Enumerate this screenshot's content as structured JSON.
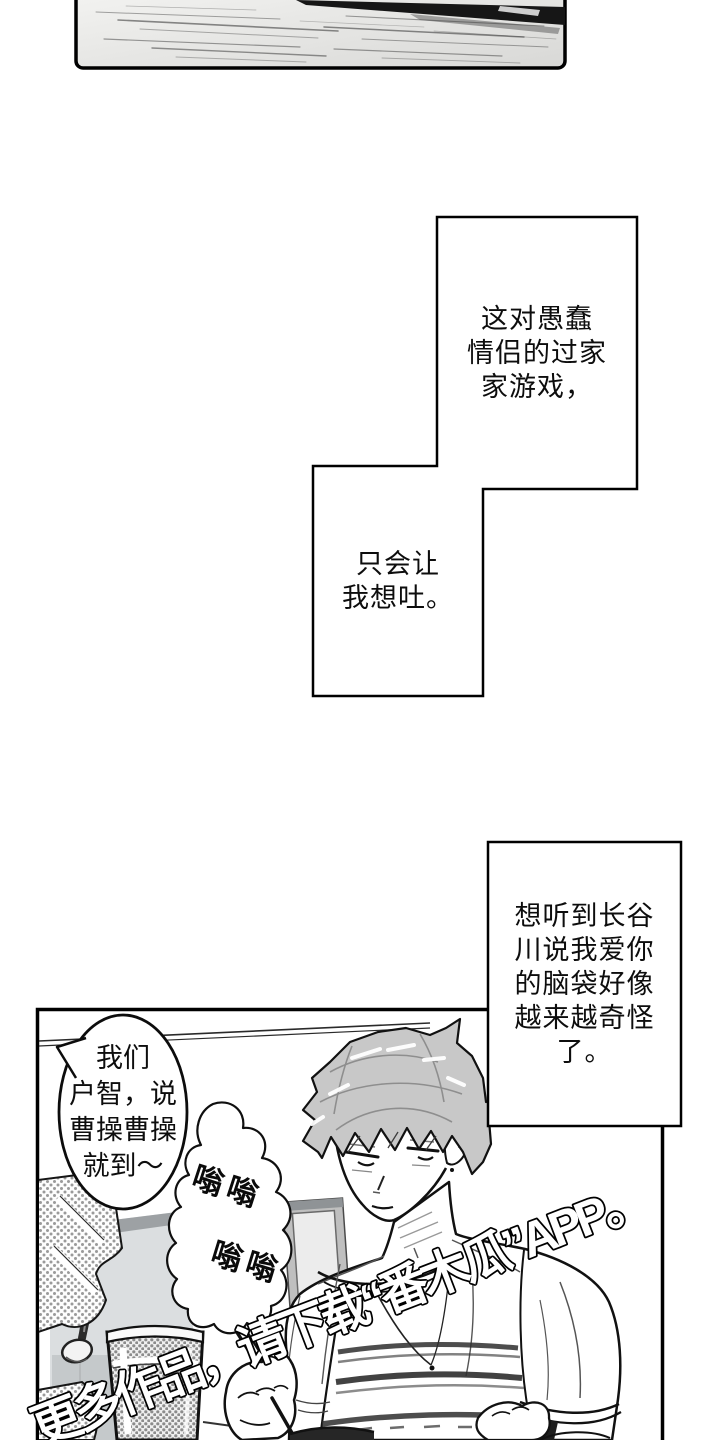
{
  "colors": {
    "paper": "#ffffff",
    "ink": "#000000",
    "hair_halftone": "#c8c8c8",
    "panel_gray_light": "#f2f2f0",
    "panel_gray_dark": "#d8d8d6",
    "cabinet_gray": "#dbdee0",
    "watermark_fill": "#ffffff",
    "watermark_outline": "#000000"
  },
  "narration_boxes": [
    {
      "lines": [
        "这对愚蠢",
        "情侣的过家",
        "家游戏，"
      ]
    },
    {
      "lines": [
        "只会让",
        "我想吐。"
      ]
    },
    {
      "lines": [
        "想听到长谷",
        "川说我爱你",
        "的脑袋好像",
        "越来越奇怪",
        "了。"
      ]
    }
  ],
  "speech_bubble": {
    "lines": [
      "我们",
      "户智，说",
      "曹操曹操",
      "就到～"
    ]
  },
  "buzz_bubble": {
    "pairs": [
      "嗡嗡",
      "嗡嗡"
    ]
  },
  "watermark": {
    "text": "更多作品，请下载“番木瓜”APP。"
  }
}
